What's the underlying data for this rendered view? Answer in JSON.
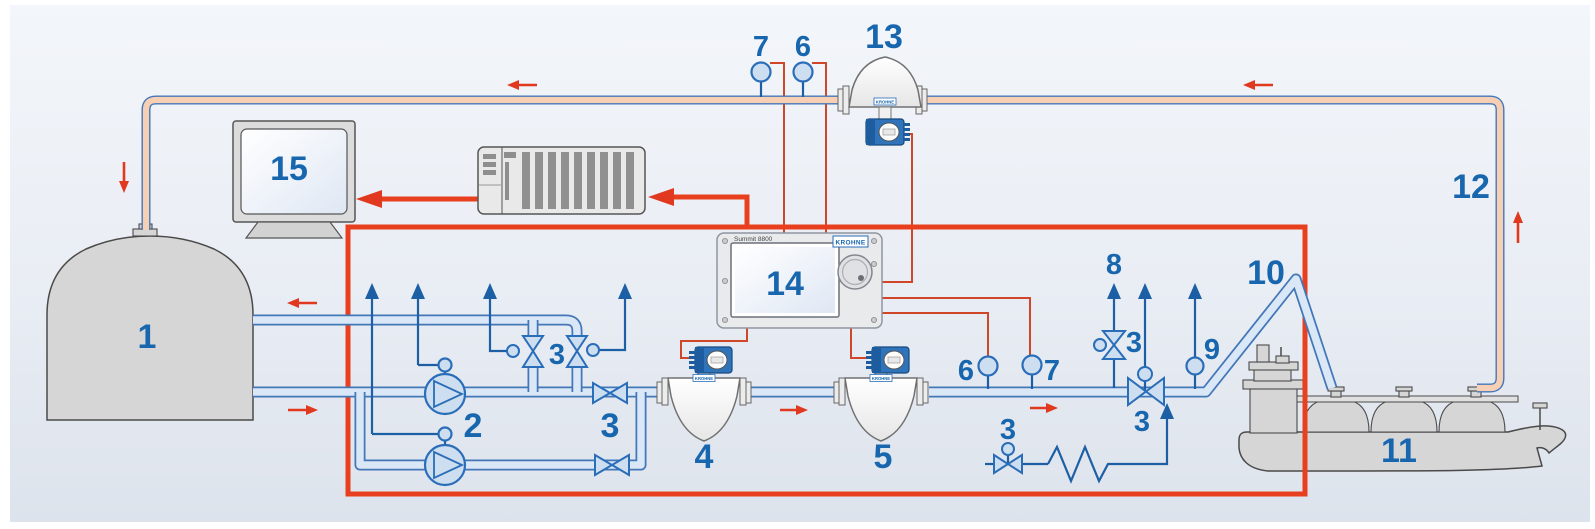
{
  "diagram_type": "LNG ship loading custody-transfer metering system",
  "labels": {
    "storage_tank": "1",
    "pumps": "2",
    "valve": "3",
    "meter_a": "4",
    "meter_b": "5",
    "sensor_6": "6",
    "sensor_7": "7",
    "vent_line": "8",
    "sensor_9": "9",
    "loading_arm": "10",
    "lng_carrier": "11",
    "vapour_return_line": "12",
    "vapour_meter": "13",
    "flow_computer": "14",
    "workstation": "15"
  },
  "flow_computer": {
    "model": "Summit 8800",
    "brand": "KROHNE"
  },
  "meter_badge": "KROHNE",
  "colors": {
    "metering_boundary_red": "#e8401f",
    "signal_red": "#cf4628",
    "pipe_blue": "#4377b8",
    "pipe_fill": "#dae7f6",
    "vapour_fill": "#f6cfb5",
    "label_blue": "#1766ae",
    "equipment_gray": "#d6d6d6",
    "transmitter_blue": "#2f74ba"
  }
}
